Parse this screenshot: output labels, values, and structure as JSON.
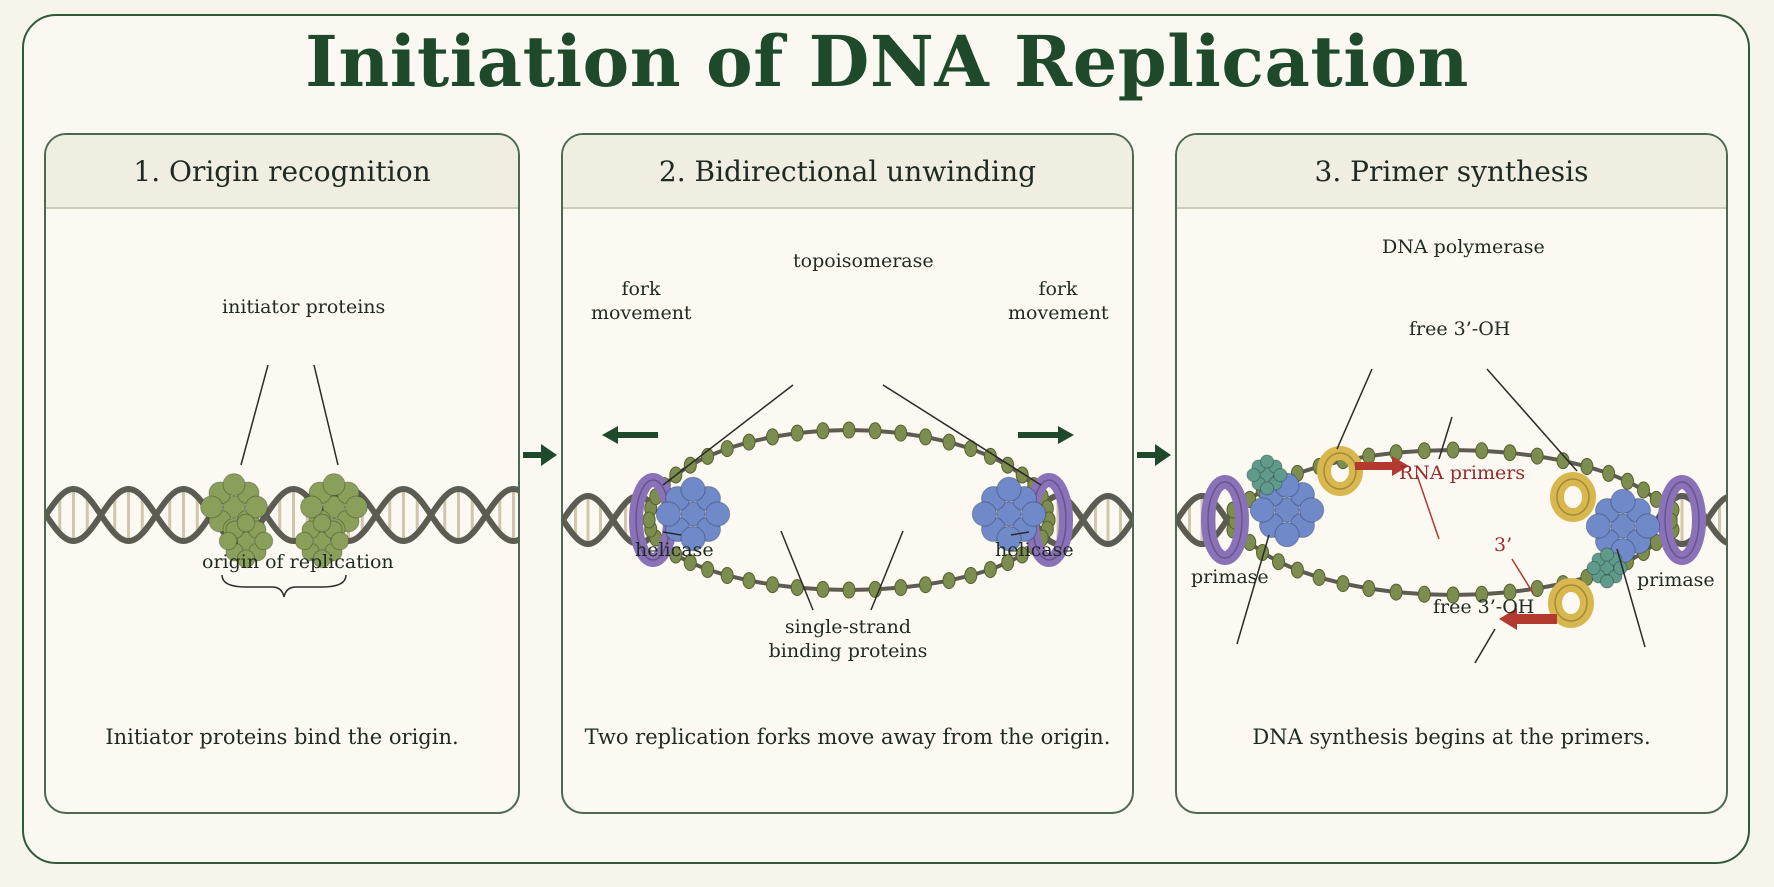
{
  "title": "Initiation of DNA Replication",
  "panels": [
    {
      "heading": "1. Origin recognition",
      "labels": {
        "initiator": "initiator proteins",
        "origin": "origin of replication"
      },
      "caption": "Initiator proteins bind the origin."
    },
    {
      "heading": "2. Bidirectional unwinding",
      "labels": {
        "topoisomerase": "topoisomerase",
        "fork_left_1": "fork",
        "fork_left_2": "movement",
        "fork_right_1": "fork",
        "fork_right_2": "movement",
        "helicase_left": "helicase",
        "helicase_right": "helicase",
        "ssb_1": "single-strand",
        "ssb_2": "binding proteins"
      },
      "caption": "Two replication forks move away from the origin."
    },
    {
      "heading": "3. Primer synthesis",
      "labels": {
        "polymerase": "DNA polymerase",
        "free_oh_top": "free 3’-OH",
        "rna_primers": "RNA primers",
        "three_prime": "3’",
        "free_oh_bottom": "free 3’-OH",
        "primase_left": "primase",
        "primase_right": "primase"
      },
      "caption": "DNA synthesis begins at the primers."
    }
  ],
  "colors": {
    "title": "#1e4a2b",
    "dna_backbone": "#5c5c52",
    "initiator": "#8aa05a",
    "helicase": "#6f89c9",
    "topoisomerase": "#8a72b8",
    "ssb": "#7d8c4f",
    "polymerase": "#d9b74f",
    "primase": "#5f9a8a",
    "primer": "#b23a2e"
  }
}
